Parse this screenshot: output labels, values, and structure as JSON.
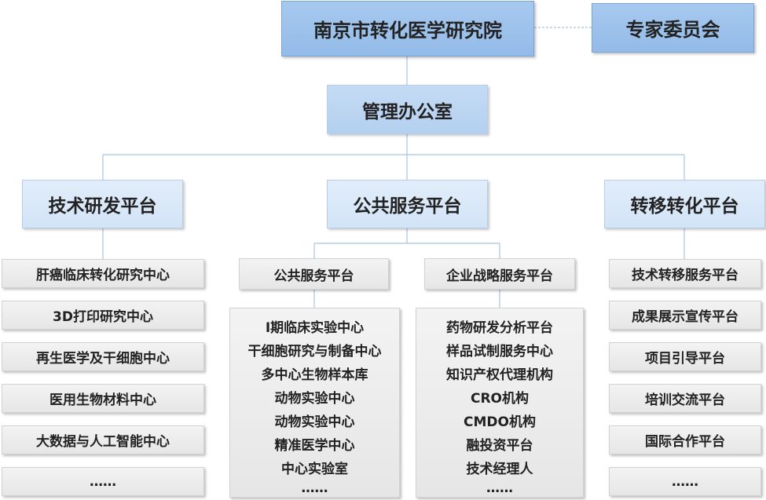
{
  "institute": "南京市转化医学研究院",
  "committee": "专家委员会",
  "office": "管理办公室",
  "platforms": {
    "tech": "技术研发平台",
    "public": "公共服务平台",
    "transfer": "转移转化平台"
  },
  "tech_items": [
    "肝癌临床转化研究中心",
    "3D打印研究中心",
    "再生医学及干细胞中心",
    "医用生物材料中心",
    "大数据与人工智能中心",
    "……"
  ],
  "public_sub": {
    "public": "公共服务平台",
    "enterprise": "企业战略服务平台"
  },
  "public_items": [
    "I期临床实验中心",
    "干细胞研究与制备中心",
    "多中心生物样本库",
    "动物实验中心",
    "动物实验中心",
    "精准医学中心",
    "中心实验室",
    "……"
  ],
  "enterprise_items": [
    "药物研发分析平台",
    "样品试制服务中心",
    "知识产权代理机构",
    "CRO机构",
    "CMDO机构",
    "融投资平台",
    "技术经理人",
    "……"
  ],
  "transfer_items": [
    "技术转移服务平台",
    "成果展示宣传平台",
    "项目引导平台",
    "培训交流平台",
    "国际合作平台",
    "……"
  ]
}
